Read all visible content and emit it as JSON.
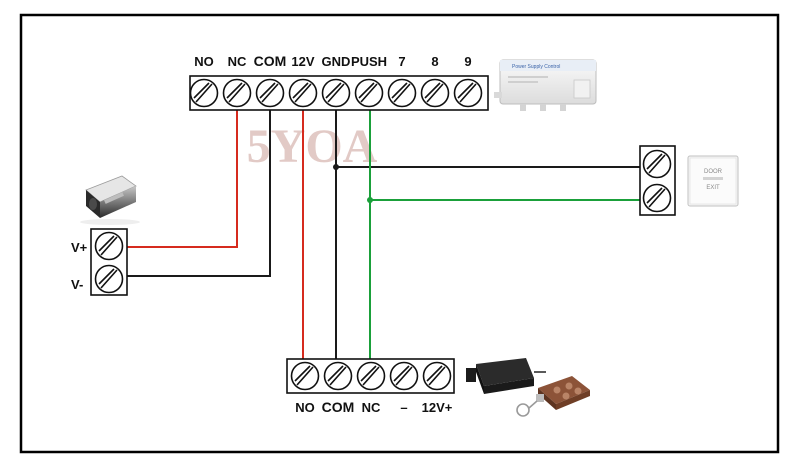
{
  "watermark": "5YOA",
  "main_terminal": {
    "labels": [
      "NO",
      "NC",
      "COM",
      "12V",
      "GND",
      "PUSH",
      "7",
      "8",
      "9"
    ]
  },
  "lock_terminal": {
    "labels": [
      "V+",
      "V-"
    ]
  },
  "remote_terminal": {
    "labels": [
      "NO",
      "COM",
      "NC",
      "–",
      "12V+"
    ]
  },
  "power_supply": {
    "title": "Power Supply Control"
  },
  "exit_button": {
    "text_top": "DOOR",
    "text_bottom": "EXIT"
  },
  "colors": {
    "red_wire": "#d62b1e",
    "black_wire": "#1a1a1a",
    "green_wire": "#1aa03a",
    "frame": "#000000"
  }
}
